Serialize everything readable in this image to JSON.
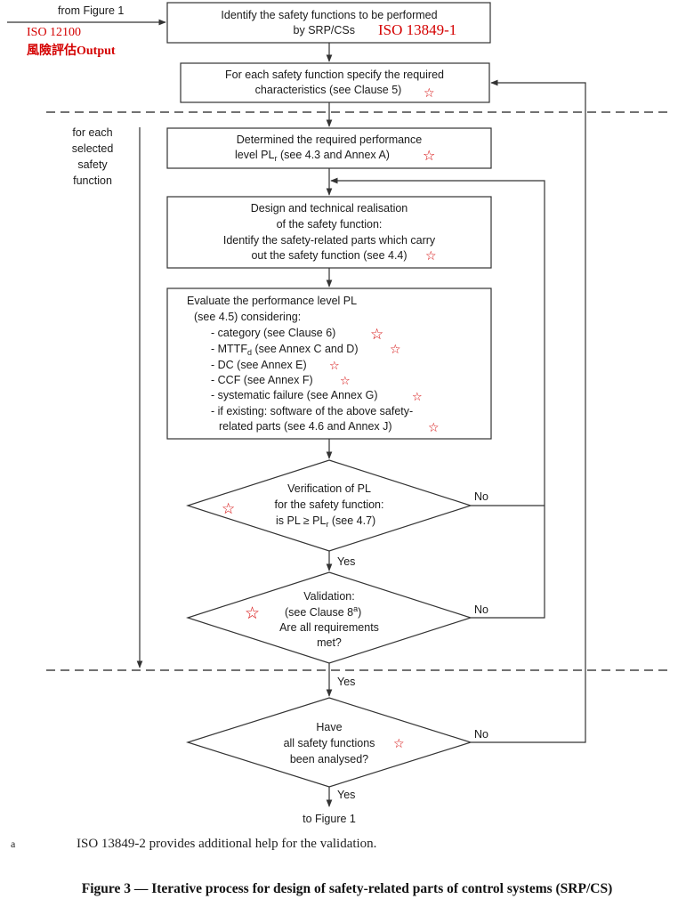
{
  "inputs": {
    "from_figure": "from Figure 1",
    "iso_12100": "ISO 12100",
    "risk_output": "風險評估Output"
  },
  "boxes": {
    "identify": {
      "line1": "Identify the safety functions to be performed",
      "line2": "by SRP/CSs",
      "tag": "ISO 13849-1"
    },
    "specify": {
      "line1": "For each safety function specify the required",
      "line2": "characteristics (see Clause 5)"
    },
    "determine": {
      "line1": "Determined the required performance",
      "line2": "level PL",
      "line2_sub": "r",
      "line2_end": " (see 4.3 and Annex A)"
    },
    "design": {
      "line1": "Design and technical realisation",
      "line2": "of the safety function:",
      "line3": "Identify the safety-related parts which carry",
      "line4": "out the safety function (see 4.4)"
    },
    "evaluate": {
      "line1": "Evaluate the performance level PL",
      "line2": "(see 4.5) considering:",
      "items": [
        "- category (see Clause 6)",
        "- MTTF",
        "- DC (see Annex E)",
        "- CCF (see Annex F)",
        "- systematic failure (see Annex G)",
        "- if existing: software of the above safety-",
        "related parts (see 4.6 and Annex J)"
      ],
      "mttf_sub": "d",
      "mttf_rest": " (see Annex C and D)"
    }
  },
  "decisions": {
    "verification": {
      "line1": "Verification of PL",
      "line2": "for the safety function:",
      "line3": "is PL ≥ PL",
      "line3_sub": "r",
      "line3_end": " (see 4.7)"
    },
    "validation": {
      "line1": "Validation:",
      "line2": "(see Clause 8",
      "line2_sup": "a",
      "line2_end": ")",
      "line3": "Are all requirements",
      "line4": "met?"
    },
    "analysed": {
      "line1": "Have",
      "line2": "all safety functions",
      "line3": "been analysed?"
    }
  },
  "labels": {
    "no": "No",
    "yes": "Yes",
    "loop_label": [
      "for each",
      "selected",
      "safety",
      "function"
    ],
    "to_figure": "to Figure 1",
    "star": "☆"
  },
  "footnote": {
    "mark": "a",
    "text": "ISO 13849-2 provides additional help for the validation."
  },
  "caption": "Figure 3 — Iterative process for design of safety-related parts of control systems (SRP/CS)",
  "colors": {
    "annotation": "#d40000",
    "stroke": "#333333"
  }
}
